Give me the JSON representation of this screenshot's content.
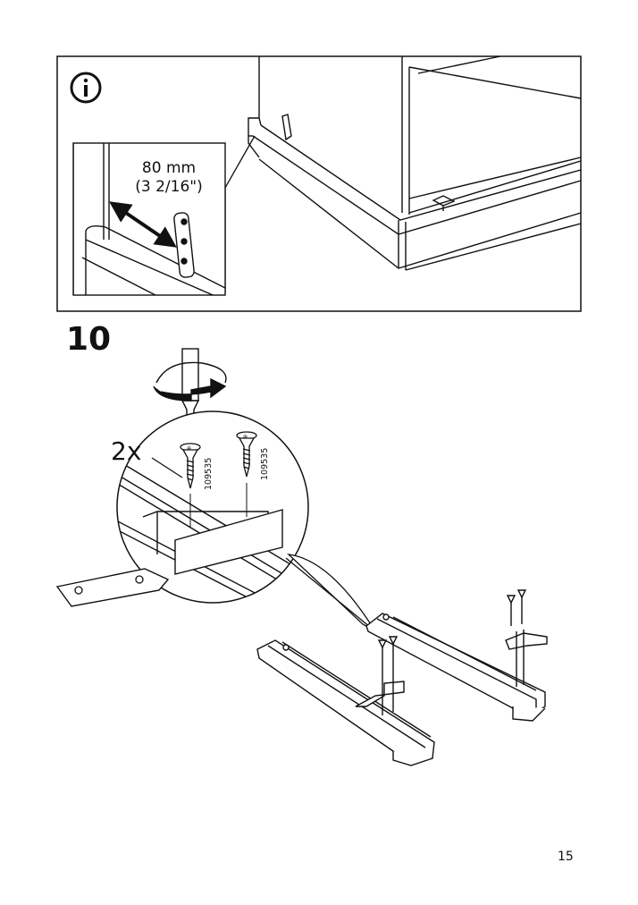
{
  "info_panel": {
    "icon": "info-icon",
    "measurement": {
      "metric": "80 mm",
      "imperial": "(3 2/16\")"
    }
  },
  "step": {
    "number": "10",
    "screw": {
      "quantity": "2x",
      "part_number": "109535"
    }
  },
  "page": {
    "number": "15"
  },
  "colors": {
    "line": "#111111",
    "background": "#ffffff"
  }
}
